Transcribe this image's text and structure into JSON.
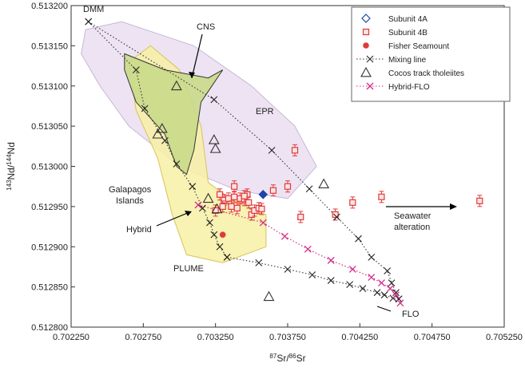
{
  "chart_data": {
    "type": "scatter",
    "xlabel": "87Sr/86Sr",
    "ylabel": "143Nd/144Nd",
    "xlim": [
      0.70225,
      0.70525
    ],
    "ylim": [
      0.5128,
      0.5132
    ],
    "x_ticks": [
      "0.702250",
      "0.702750",
      "0.703250",
      "0.703750",
      "0.704250",
      "0.704750",
      "0.705250"
    ],
    "y_ticks": [
      "0.512800",
      "0.512850",
      "0.512900",
      "0.512950",
      "0.513000",
      "0.513050",
      "0.513100",
      "0.513150",
      "0.513200"
    ],
    "grid": false,
    "legend_position": "top-right",
    "colors": {
      "subunit4a": "#2244aa",
      "subunit4b": "#e03a3a",
      "fisher": "#e03a3a",
      "mixing": "#333333",
      "hybrid_flo": "#d62c8a",
      "epr_fill": "#e8dcef",
      "cns_fill": "#c9d98a",
      "galapagos_fill": "#f7f0a6"
    },
    "fields": [
      {
        "id": "epr",
        "label": "EPR",
        "points": [
          [
            0.70235,
            0.51317
          ],
          [
            0.7026,
            0.51318
          ],
          [
            0.7031,
            0.51315
          ],
          [
            0.7035,
            0.5131
          ],
          [
            0.7038,
            0.51305
          ],
          [
            0.70395,
            0.513
          ],
          [
            0.70375,
            0.51296
          ],
          [
            0.7034,
            0.51297
          ],
          [
            0.703,
            0.513
          ],
          [
            0.70265,
            0.51305
          ],
          [
            0.70245,
            0.5131
          ],
          [
            0.70232,
            0.51314
          ]
        ]
      },
      {
        "id": "galapagos",
        "label": "Galapagos Islands",
        "points": [
          [
            0.70265,
            0.51313
          ],
          [
            0.7028,
            0.51315
          ],
          [
            0.703,
            0.51312
          ],
          [
            0.70315,
            0.51305
          ],
          [
            0.7032,
            0.51298
          ],
          [
            0.70335,
            0.51296
          ],
          [
            0.7036,
            0.51294
          ],
          [
            0.7036,
            0.5129
          ],
          [
            0.7033,
            0.51288
          ],
          [
            0.70305,
            0.51289
          ],
          [
            0.70295,
            0.51294
          ],
          [
            0.70285,
            0.51301
          ],
          [
            0.7027,
            0.51307
          ]
        ]
      },
      {
        "id": "cns",
        "label": "CNS",
        "points": [
          [
            0.70262,
            0.51314
          ],
          [
            0.7029,
            0.51312
          ],
          [
            0.7032,
            0.51311
          ],
          [
            0.7033,
            0.51312
          ],
          [
            0.70315,
            0.51308
          ],
          [
            0.7031,
            0.51302
          ],
          [
            0.70305,
            0.51299
          ],
          [
            0.70298,
            0.513
          ],
          [
            0.7029,
            0.51304
          ],
          [
            0.7027,
            0.51308
          ],
          [
            0.70262,
            0.51312
          ]
        ]
      }
    ],
    "series": [
      {
        "name": "Subunit 4A",
        "marker": "diamond",
        "points": [
          [
            0.70358,
            0.512965
          ]
        ]
      },
      {
        "name": "Subunit 4B",
        "marker": "square-errorbar",
        "points": [
          [
            0.70325,
            0.512945
          ],
          [
            0.70328,
            0.512965
          ],
          [
            0.70331,
            0.512958
          ],
          [
            0.70334,
            0.51296
          ],
          [
            0.70336,
            0.51295
          ],
          [
            0.70338,
            0.512962
          ],
          [
            0.7034,
            0.512948
          ],
          [
            0.70342,
            0.51296
          ],
          [
            0.70345,
            0.512958
          ],
          [
            0.70347,
            0.512965
          ],
          [
            0.7035,
            0.51294
          ],
          [
            0.70352,
            0.512945
          ],
          [
            0.70355,
            0.512948
          ],
          [
            0.70338,
            0.512975
          ],
          [
            0.70345,
            0.512963
          ],
          [
            0.70357,
            0.512947
          ],
          [
            0.70365,
            0.51297
          ],
          [
            0.70375,
            0.512975
          ],
          [
            0.7038,
            0.51302
          ],
          [
            0.70384,
            0.512937
          ],
          [
            0.70408,
            0.51294
          ],
          [
            0.7042,
            0.512955
          ],
          [
            0.7044,
            0.512962
          ],
          [
            0.70508,
            0.512957
          ],
          [
            0.7033,
            0.51295
          ],
          [
            0.70348,
            0.512955
          ]
        ]
      },
      {
        "name": "Fisher Seamount",
        "marker": "circle-filled",
        "points": [
          [
            0.7033,
            0.512915
          ]
        ]
      },
      {
        "name": "Mixing line",
        "marker": "x-dotted",
        "lines": [
          [
            [
              0.70237,
              0.51318
            ],
            [
              0.7027,
              0.51312
            ],
            [
              0.70276,
              0.513072
            ],
            [
              0.7029,
              0.513032
            ],
            [
              0.70298,
              0.513003
            ],
            [
              0.70309,
              0.512975
            ],
            [
              0.70316,
              0.512948
            ],
            [
              0.70321,
              0.51293
            ],
            [
              0.70324,
              0.512915
            ],
            [
              0.70328,
              0.5129
            ],
            [
              0.70333,
              0.512887
            ]
          ],
          [
            [
              0.70237,
              0.51318
            ],
            [
              0.70324,
              0.513083
            ],
            [
              0.70364,
              0.51302
            ],
            [
              0.7039,
              0.512972
            ],
            [
              0.70409,
              0.512937
            ],
            [
              0.70424,
              0.51291
            ],
            [
              0.70433,
              0.512887
            ],
            [
              0.70444,
              0.51287
            ],
            [
              0.70447,
              0.512855
            ],
            [
              0.7045,
              0.512843
            ],
            [
              0.70452,
              0.512835
            ]
          ],
          [
            [
              0.70333,
              0.512887
            ],
            [
              0.70355,
              0.51288
            ],
            [
              0.70375,
              0.512872
            ],
            [
              0.70392,
              0.512865
            ],
            [
              0.70405,
              0.512858
            ],
            [
              0.70418,
              0.512853
            ],
            [
              0.70427,
              0.512848
            ],
            [
              0.70437,
              0.512843
            ],
            [
              0.70442,
              0.51284
            ],
            [
              0.70448,
              0.512836
            ],
            [
              0.70452,
              0.512835
            ]
          ]
        ]
      },
      {
        "name": "Cocos track tholeiites",
        "marker": "triangle-open",
        "points": [
          [
            0.70298,
            0.5131
          ],
          [
            0.70288,
            0.513047
          ],
          [
            0.70285,
            0.51304
          ],
          [
            0.70324,
            0.513033
          ],
          [
            0.70325,
            0.513022
          ],
          [
            0.7032,
            0.51296
          ],
          [
            0.70326,
            0.512947
          ],
          [
            0.704,
            0.512978
          ],
          [
            0.70362,
            0.512838
          ]
        ]
      },
      {
        "name": "Hybrid-FLO",
        "marker": "x-magenta-dotted",
        "points": [
          [
            0.70313,
            0.512952
          ],
          [
            0.70358,
            0.51293
          ],
          [
            0.70373,
            0.512913
          ],
          [
            0.70389,
            0.512897
          ],
          [
            0.70405,
            0.512883
          ],
          [
            0.7042,
            0.512872
          ],
          [
            0.70433,
            0.512862
          ],
          [
            0.7044,
            0.512855
          ],
          [
            0.70446,
            0.512848
          ],
          [
            0.7045,
            0.51284
          ],
          [
            0.70453,
            0.51283
          ]
        ]
      }
    ],
    "annotations": {
      "dmm": "DMM",
      "cns": "CNS",
      "epr": "EPR",
      "galapagos_line1": "Galapagos",
      "galapagos_line2": "Islands",
      "hybrid": "Hybrid",
      "plume": "PLUME",
      "flo": "FLO",
      "seawater_line1": "Seawater",
      "seawater_line2": "alteration"
    }
  }
}
